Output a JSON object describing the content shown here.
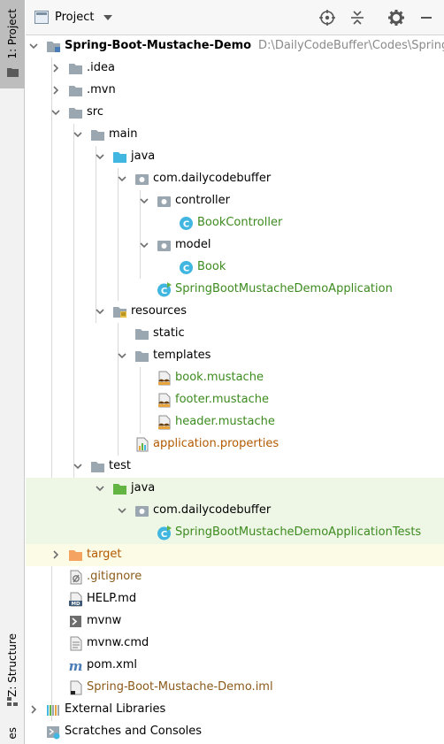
{
  "tool_window": {
    "title": "Project",
    "left_tabs": [
      {
        "label": "1: Project"
      },
      {
        "label": "Z: Structure"
      },
      {
        "label": "es"
      }
    ]
  },
  "tree": [
    {
      "label": "Spring-Boot-Mustache-Demo",
      "path": "D:\\DailyCodeBuffer\\Codes\\Spring-M",
      "icon": "module-folder-icon"
    },
    {
      "label": ".idea",
      "icon": "folder-icon"
    },
    {
      "label": ".mvn",
      "icon": "folder-icon"
    },
    {
      "label": "src",
      "icon": "folder-icon"
    },
    {
      "label": "main",
      "icon": "folder-icon"
    },
    {
      "label": "java",
      "icon": "source-folder-icon"
    },
    {
      "label": "com.dailycodebuffer",
      "icon": "package-icon"
    },
    {
      "label": "controller",
      "icon": "package-icon"
    },
    {
      "label": "BookController",
      "icon": "java-class-icon"
    },
    {
      "label": "model",
      "icon": "package-icon"
    },
    {
      "label": "Book",
      "icon": "java-class-icon"
    },
    {
      "label": "SpringBootMustacheDemoApplication",
      "icon": "spring-boot-class-icon"
    },
    {
      "label": "resources",
      "icon": "resources-folder-icon"
    },
    {
      "label": "static",
      "icon": "folder-icon"
    },
    {
      "label": "templates",
      "icon": "folder-icon"
    },
    {
      "label": "book.mustache",
      "icon": "mustache-file-icon"
    },
    {
      "label": "footer.mustache",
      "icon": "mustache-file-icon"
    },
    {
      "label": "header.mustache",
      "icon": "mustache-file-icon"
    },
    {
      "label": "application.properties",
      "icon": "properties-file-icon"
    },
    {
      "label": "test",
      "icon": "folder-icon"
    },
    {
      "label": "java",
      "icon": "test-source-folder-icon"
    },
    {
      "label": "com.dailycodebuffer",
      "icon": "package-icon"
    },
    {
      "label": "SpringBootMustacheDemoApplicationTests",
      "icon": "spring-boot-test-class-icon"
    },
    {
      "label": "target",
      "icon": "excluded-folder-icon"
    },
    {
      "label": ".gitignore",
      "icon": "gitignore-file-icon"
    },
    {
      "label": "HELP.md",
      "icon": "markdown-file-icon"
    },
    {
      "label": "mvnw",
      "icon": "shell-script-icon"
    },
    {
      "label": "mvnw.cmd",
      "icon": "text-file-icon"
    },
    {
      "label": "pom.xml",
      "icon": "maven-icon"
    },
    {
      "label": "Spring-Boot-Mustache-Demo.iml",
      "icon": "iml-file-icon"
    },
    {
      "label": "External Libraries",
      "icon": "library-icon"
    },
    {
      "label": "Scratches and Consoles",
      "icon": "scratches-icon"
    }
  ],
  "colors": {
    "folder": "#9aa7b0",
    "source_folder": "#40b6e0",
    "test_folder": "#62b543",
    "excluded_folder": "#f4a460",
    "package": "#9aa7b0",
    "class_blue": "#40b6e0",
    "text_green": "#3d8b1f",
    "text_orange": "#b35a00",
    "highlight_test": "#eef6e6",
    "highlight_target": "#fbfbe6"
  }
}
